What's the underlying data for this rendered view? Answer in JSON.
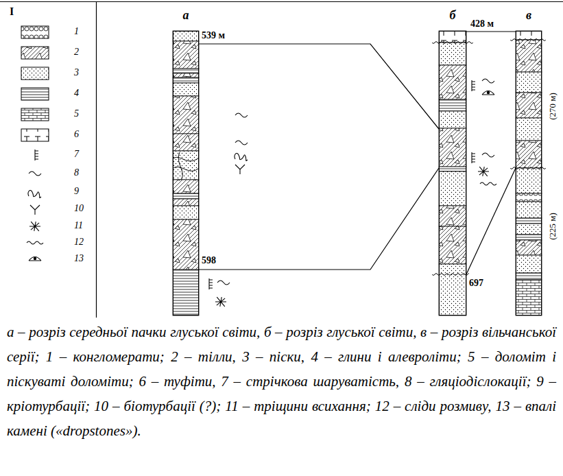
{
  "diagram": {
    "caption": "а – розріз середньої пачки глуської світи, б – розріз глуської світи, в – розріз вільчанської серії; 1 – конгломерати; 2 – тілли, 3 – піски, 4 – глини і алевроліти; 5 – доломіт і піскуваті доломіти; 6 – туфіти, 7 – стрічкова шаруватість, 8 – гляціодіслокації; 9 – кріотурбації; 10 – біотурбації (?); 11 – тріщини всихання; 12 – сліди розмиву, 13 – впалі камені («dropstones»).",
    "nodes": [
      {
        "text": [
          "а"
        ]
      },
      {
        "text": [
          "б"
        ]
      },
      {
        "text": [
          "в"
        ]
      }
    ],
    "edges": [
      {
        "from": 0,
        "to": 1,
        "arrow": "none"
      },
      {
        "from": 0,
        "to": 1,
        "arrow": "none"
      },
      {
        "from": 1,
        "to": 2,
        "arrow": "none"
      },
      {
        "from": 1,
        "to": 2,
        "arrow": "none"
      }
    ],
    "labels": [
      "I",
      "539 м",
      "598",
      "428 м",
      "697",
      "(270 м)",
      "(225 м)"
    ],
    "legend": [
      {
        "text": "1"
      },
      {
        "text": "2"
      },
      {
        "text": "3"
      },
      {
        "text": "4"
      },
      {
        "text": "5"
      },
      {
        "text": "6"
      },
      {
        "text": "7"
      },
      {
        "text": "8"
      },
      {
        "text": "9"
      },
      {
        "text": "10"
      },
      {
        "text": "11"
      },
      {
        "text": "12"
      },
      {
        "text": "13"
      }
    ]
  }
}
